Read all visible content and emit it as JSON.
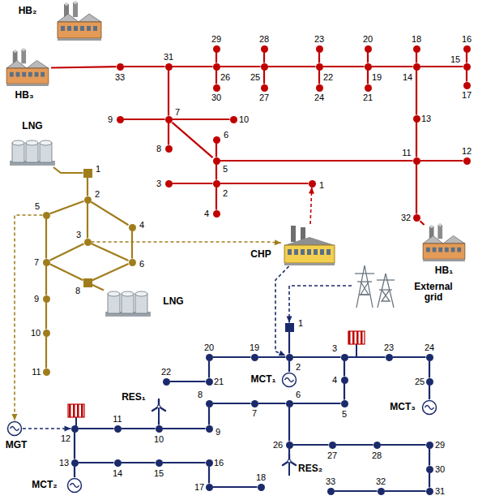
{
  "diagram": {
    "nodes": [
      {
        "text": [
          "1"
        ]
      },
      {
        "text": [
          "2"
        ]
      },
      {
        "text": [
          "3"
        ]
      },
      {
        "text": [
          "4"
        ]
      },
      {
        "text": [
          "5"
        ]
      },
      {
        "text": [
          "6"
        ]
      },
      {
        "text": [
          "7"
        ]
      },
      {
        "text": [
          "8"
        ]
      },
      {
        "text": [
          "9"
        ]
      },
      {
        "text": [
          "10"
        ]
      },
      {
        "text": [
          "11"
        ]
      },
      {
        "text": [
          "12"
        ]
      },
      {
        "text": [
          "13"
        ]
      },
      {
        "text": [
          "14"
        ]
      },
      {
        "text": [
          "15"
        ]
      },
      {
        "text": [
          "16"
        ]
      },
      {
        "text": [
          "17"
        ]
      },
      {
        "text": [
          "18"
        ]
      },
      {
        "text": [
          "19"
        ]
      },
      {
        "text": [
          "20"
        ]
      },
      {
        "text": [
          "21"
        ]
      },
      {
        "text": [
          "22"
        ]
      },
      {
        "text": [
          "23"
        ]
      },
      {
        "text": [
          "24"
        ]
      },
      {
        "text": [
          "25"
        ]
      },
      {
        "text": [
          "26"
        ]
      },
      {
        "text": [
          "27"
        ]
      },
      {
        "text": [
          "28"
        ]
      },
      {
        "text": [
          "29"
        ]
      },
      {
        "text": [
          "30"
        ]
      },
      {
        "text": [
          "31"
        ]
      },
      {
        "text": [
          "32"
        ]
      },
      {
        "text": [
          "33"
        ]
      },
      {
        "text": [
          "HB₁"
        ]
      },
      {
        "text": [
          "HB₂"
        ]
      },
      {
        "text": [
          "HB₃"
        ]
      },
      {
        "text": [
          "1"
        ]
      },
      {
        "text": [
          "2"
        ]
      },
      {
        "text": [
          "3"
        ]
      },
      {
        "text": [
          "4"
        ]
      },
      {
        "text": [
          "5"
        ]
      },
      {
        "text": [
          "6"
        ]
      },
      {
        "text": [
          "7"
        ]
      },
      {
        "text": [
          "8"
        ]
      },
      {
        "text": [
          "9"
        ]
      },
      {
        "text": [
          "10"
        ]
      },
      {
        "text": [
          "11"
        ]
      },
      {
        "text": [
          "LNG"
        ]
      },
      {
        "text": [
          "LNG"
        ]
      },
      {
        "text": [
          "CHP"
        ]
      },
      {
        "text": [
          "1"
        ]
      },
      {
        "text": [
          "2"
        ]
      },
      {
        "text": [
          "3"
        ]
      },
      {
        "text": [
          "4"
        ]
      },
      {
        "text": [
          "5"
        ]
      },
      {
        "text": [
          "6"
        ]
      },
      {
        "text": [
          "7"
        ]
      },
      {
        "text": [
          "8"
        ]
      },
      {
        "text": [
          "9"
        ]
      },
      {
        "text": [
          "10"
        ]
      },
      {
        "text": [
          "11"
        ]
      },
      {
        "text": [
          "12"
        ]
      },
      {
        "text": [
          "13"
        ]
      },
      {
        "text": [
          "14"
        ]
      },
      {
        "text": [
          "15"
        ]
      },
      {
        "text": [
          "16"
        ]
      },
      {
        "text": [
          "17"
        ]
      },
      {
        "text": [
          "18"
        ]
      },
      {
        "text": [
          "19"
        ]
      },
      {
        "text": [
          "20"
        ]
      },
      {
        "text": [
          "21"
        ]
      },
      {
        "text": [
          "22"
        ]
      },
      {
        "text": [
          "23"
        ]
      },
      {
        "text": [
          "24"
        ]
      },
      {
        "text": [
          "25"
        ]
      },
      {
        "text": [
          "26"
        ]
      },
      {
        "text": [
          "27"
        ]
      },
      {
        "text": [
          "28"
        ]
      },
      {
        "text": [
          "29"
        ]
      },
      {
        "text": [
          "30"
        ]
      },
      {
        "text": [
          "31"
        ]
      },
      {
        "text": [
          "32"
        ]
      },
      {
        "text": [
          "33"
        ]
      },
      {
        "text": [
          "External grid"
        ]
      },
      {
        "text": [
          "MGT"
        ]
      },
      {
        "text": [
          "MCT₁"
        ]
      },
      {
        "text": [
          "MCT₂"
        ]
      },
      {
        "text": [
          "MCT₃"
        ]
      },
      {
        "text": [
          "RES₁"
        ]
      },
      {
        "text": [
          "RES₂"
        ]
      }
    ],
    "edges": [
      {
        "from": 0,
        "to": 1,
        "arrow": "none"
      },
      {
        "from": 1,
        "to": 2,
        "arrow": "none"
      },
      {
        "from": 1,
        "to": 3,
        "arrow": "none"
      },
      {
        "from": 1,
        "to": 4,
        "arrow": "none"
      },
      {
        "from": 4,
        "to": 5,
        "arrow": "none"
      },
      {
        "from": 4,
        "to": 6,
        "arrow": "none"
      },
      {
        "from": 6,
        "to": 7,
        "arrow": "none"
      },
      {
        "from": 6,
        "to": 8,
        "arrow": "none"
      },
      {
        "from": 6,
        "to": 9,
        "arrow": "none"
      },
      {
        "from": 4,
        "to": 10,
        "arrow": "none"
      },
      {
        "from": 10,
        "to": 11,
        "arrow": "none"
      },
      {
        "from": 10,
        "to": 12,
        "arrow": "none"
      },
      {
        "from": 12,
        "to": 13,
        "arrow": "none"
      },
      {
        "from": 13,
        "to": 14,
        "arrow": "none"
      },
      {
        "from": 14,
        "to": 15,
        "arrow": "none"
      },
      {
        "from": 14,
        "to": 16,
        "arrow": "none"
      },
      {
        "from": 13,
        "to": 17,
        "arrow": "none"
      },
      {
        "from": 13,
        "to": 18,
        "arrow": "none"
      },
      {
        "from": 18,
        "to": 19,
        "arrow": "none"
      },
      {
        "from": 18,
        "to": 20,
        "arrow": "none"
      },
      {
        "from": 18,
        "to": 21,
        "arrow": "none"
      },
      {
        "from": 21,
        "to": 22,
        "arrow": "none"
      },
      {
        "from": 21,
        "to": 23,
        "arrow": "none"
      },
      {
        "from": 21,
        "to": 24,
        "arrow": "none"
      },
      {
        "from": 24,
        "to": 26,
        "arrow": "none"
      },
      {
        "from": 24,
        "to": 27,
        "arrow": "none"
      },
      {
        "from": 24,
        "to": 25,
        "arrow": "none"
      },
      {
        "from": 25,
        "to": 28,
        "arrow": "none"
      },
      {
        "from": 25,
        "to": 29,
        "arrow": "none"
      },
      {
        "from": 25,
        "to": 30,
        "arrow": "none"
      },
      {
        "from": 30,
        "to": 32,
        "arrow": "none"
      },
      {
        "from": 30,
        "to": 6,
        "arrow": "none"
      },
      {
        "from": 10,
        "to": 31,
        "arrow": "none"
      },
      {
        "from": 33,
        "to": 31,
        "arrow": "none"
      },
      {
        "from": 35,
        "to": 32,
        "arrow": "none"
      },
      {
        "from": 36,
        "to": 37,
        "arrow": "none"
      },
      {
        "from": 37,
        "to": 40,
        "arrow": "none"
      },
      {
        "from": 37,
        "to": 39,
        "arrow": "none"
      },
      {
        "from": 37,
        "to": 38,
        "arrow": "none"
      },
      {
        "from": 40,
        "to": 42,
        "arrow": "none"
      },
      {
        "from": 39,
        "to": 41,
        "arrow": "none"
      },
      {
        "from": 38,
        "to": 42,
        "arrow": "none"
      },
      {
        "from": 38,
        "to": 41,
        "arrow": "none"
      },
      {
        "from": 42,
        "to": 43,
        "arrow": "none"
      },
      {
        "from": 41,
        "to": 43,
        "arrow": "none"
      },
      {
        "from": 42,
        "to": 44,
        "arrow": "none"
      },
      {
        "from": 44,
        "to": 45,
        "arrow": "none"
      },
      {
        "from": 45,
        "to": 46,
        "arrow": "none"
      },
      {
        "from": 47,
        "to": 36,
        "arrow": "none"
      },
      {
        "from": 43,
        "to": 48,
        "arrow": "none"
      },
      {
        "from": 38,
        "to": 49,
        "arrow": "to"
      },
      {
        "from": 40,
        "to": 84,
        "arrow": "to"
      },
      {
        "from": 49,
        "to": 51,
        "arrow": "to"
      },
      {
        "from": 49,
        "to": 0,
        "arrow": "to"
      },
      {
        "from": 83,
        "to": 50,
        "arrow": "to"
      },
      {
        "from": 84,
        "to": 61,
        "arrow": "to"
      },
      {
        "from": 50,
        "to": 51,
        "arrow": "none"
      },
      {
        "from": 51,
        "to": 52,
        "arrow": "none"
      },
      {
        "from": 52,
        "to": 53,
        "arrow": "none"
      },
      {
        "from": 53,
        "to": 54,
        "arrow": "none"
      },
      {
        "from": 54,
        "to": 55,
        "arrow": "none"
      },
      {
        "from": 55,
        "to": 56,
        "arrow": "none"
      },
      {
        "from": 56,
        "to": 57,
        "arrow": "none"
      },
      {
        "from": 57,
        "to": 58,
        "arrow": "none"
      },
      {
        "from": 58,
        "to": 59,
        "arrow": "none"
      },
      {
        "from": 59,
        "to": 60,
        "arrow": "none"
      },
      {
        "from": 60,
        "to": 61,
        "arrow": "none"
      },
      {
        "from": 61,
        "to": 62,
        "arrow": "none"
      },
      {
        "from": 62,
        "to": 63,
        "arrow": "none"
      },
      {
        "from": 63,
        "to": 64,
        "arrow": "none"
      },
      {
        "from": 64,
        "to": 65,
        "arrow": "none"
      },
      {
        "from": 65,
        "to": 66,
        "arrow": "none"
      },
      {
        "from": 66,
        "to": 67,
        "arrow": "none"
      },
      {
        "from": 51,
        "to": 68,
        "arrow": "none"
      },
      {
        "from": 68,
        "to": 69,
        "arrow": "none"
      },
      {
        "from": 69,
        "to": 70,
        "arrow": "none"
      },
      {
        "from": 70,
        "to": 71,
        "arrow": "none"
      },
      {
        "from": 52,
        "to": 72,
        "arrow": "none"
      },
      {
        "from": 72,
        "to": 73,
        "arrow": "none"
      },
      {
        "from": 73,
        "to": 74,
        "arrow": "none"
      },
      {
        "from": 55,
        "to": 75,
        "arrow": "none"
      },
      {
        "from": 75,
        "to": 76,
        "arrow": "none"
      },
      {
        "from": 76,
        "to": 77,
        "arrow": "none"
      },
      {
        "from": 77,
        "to": 78,
        "arrow": "none"
      },
      {
        "from": 78,
        "to": 79,
        "arrow": "none"
      },
      {
        "from": 79,
        "to": 80,
        "arrow": "none"
      },
      {
        "from": 80,
        "to": 81,
        "arrow": "none"
      },
      {
        "from": 81,
        "to": 82,
        "arrow": "none"
      },
      {
        "from": 85,
        "to": 51,
        "arrow": "none"
      },
      {
        "from": 86,
        "to": 62,
        "arrow": "none"
      },
      {
        "from": 87,
        "to": 74,
        "arrow": "none"
      },
      {
        "from": 88,
        "to": 59,
        "arrow": "none"
      },
      {
        "from": 89,
        "to": 75,
        "arrow": "none"
      }
    ]
  }
}
